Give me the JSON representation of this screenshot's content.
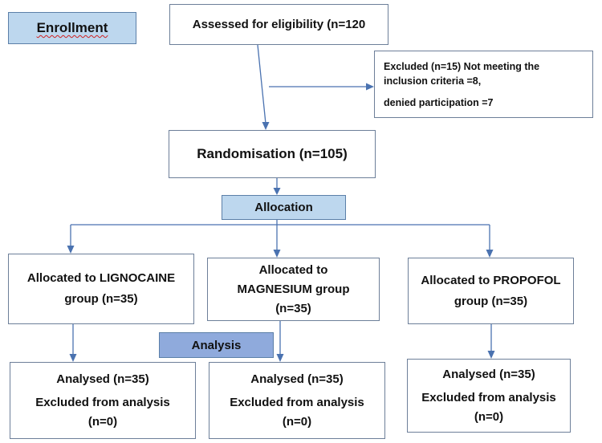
{
  "labels": {
    "enrollment": "Enrollment",
    "allocation": "Allocation",
    "analysis": "Analysis"
  },
  "nodes": {
    "assessed": "Assessed for eligibility (n=120",
    "excluded": {
      "line1": "Excluded (n=15) Not meeting the",
      "line2": "inclusion criteria =8,",
      "line3": "denied participation =7"
    },
    "randomisation": "Randomisation (n=105)",
    "arms": [
      {
        "line1": "Allocated to LIGNOCAINE",
        "line2": "group (n=35)",
        "analysed": "Analysed (n=35)",
        "excluded_line1": "Excluded from analysis",
        "excluded_line2": "(n=0)"
      },
      {
        "line1": "Allocated to",
        "line2": "MAGNESIUM group",
        "line3": "(n=35)",
        "analysed": "Analysed (n=35)",
        "excluded_line1": "Excluded from analysis",
        "excluded_line2": "(n=0)"
      },
      {
        "line1": "Allocated to PROPOFOL",
        "line2": "group (n=35)",
        "analysed": "Analysed (n=35)",
        "excluded_line1": "Excluded from analysis",
        "excluded_line2": "(n=0)"
      }
    ]
  },
  "colors": {
    "connector": "#4a72b0",
    "box_border": "#6d7f99",
    "label_light": "#bdd7ee",
    "label_dark": "#8faadc"
  }
}
